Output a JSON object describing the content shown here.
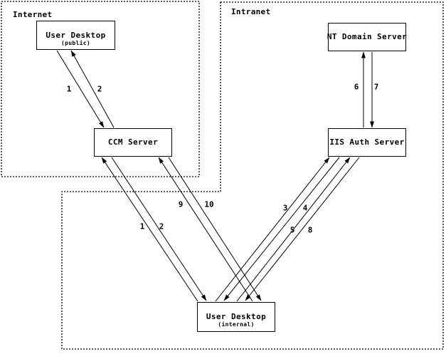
{
  "zones": {
    "internet": {
      "label": "Internet"
    },
    "intranet": {
      "label": "Intranet"
    }
  },
  "nodes": {
    "user_desktop_public": {
      "title": "User Desktop",
      "subtitle": "(public)"
    },
    "ccm_server": {
      "title": "CCM Server"
    },
    "nt_domain_server": {
      "title": "NT Domain Server"
    },
    "iis_auth_server": {
      "title": "IIS Auth Server"
    },
    "user_desktop_internal": {
      "title": "User Desktop",
      "subtitle": "(internal)"
    }
  },
  "edges": {
    "public_to_ccm": {
      "label": "1"
    },
    "ccm_to_public": {
      "label": "2"
    },
    "internal_to_ccm": {
      "label": "1"
    },
    "ccm_to_internal": {
      "label": "2"
    },
    "internal_to_iis_a": {
      "label": "3"
    },
    "iis_to_internal_a": {
      "label": "4"
    },
    "internal_to_iis_b": {
      "label": "5"
    },
    "iis_to_nt": {
      "label": "6"
    },
    "nt_to_iis": {
      "label": "7"
    },
    "iis_to_internal_b": {
      "label": "8"
    },
    "internal_to_ccm_b": {
      "label": "9"
    },
    "ccm_to_internal_b": {
      "label": "10"
    }
  },
  "colors": {
    "ink": "#000000",
    "background": "#ffffff"
  }
}
